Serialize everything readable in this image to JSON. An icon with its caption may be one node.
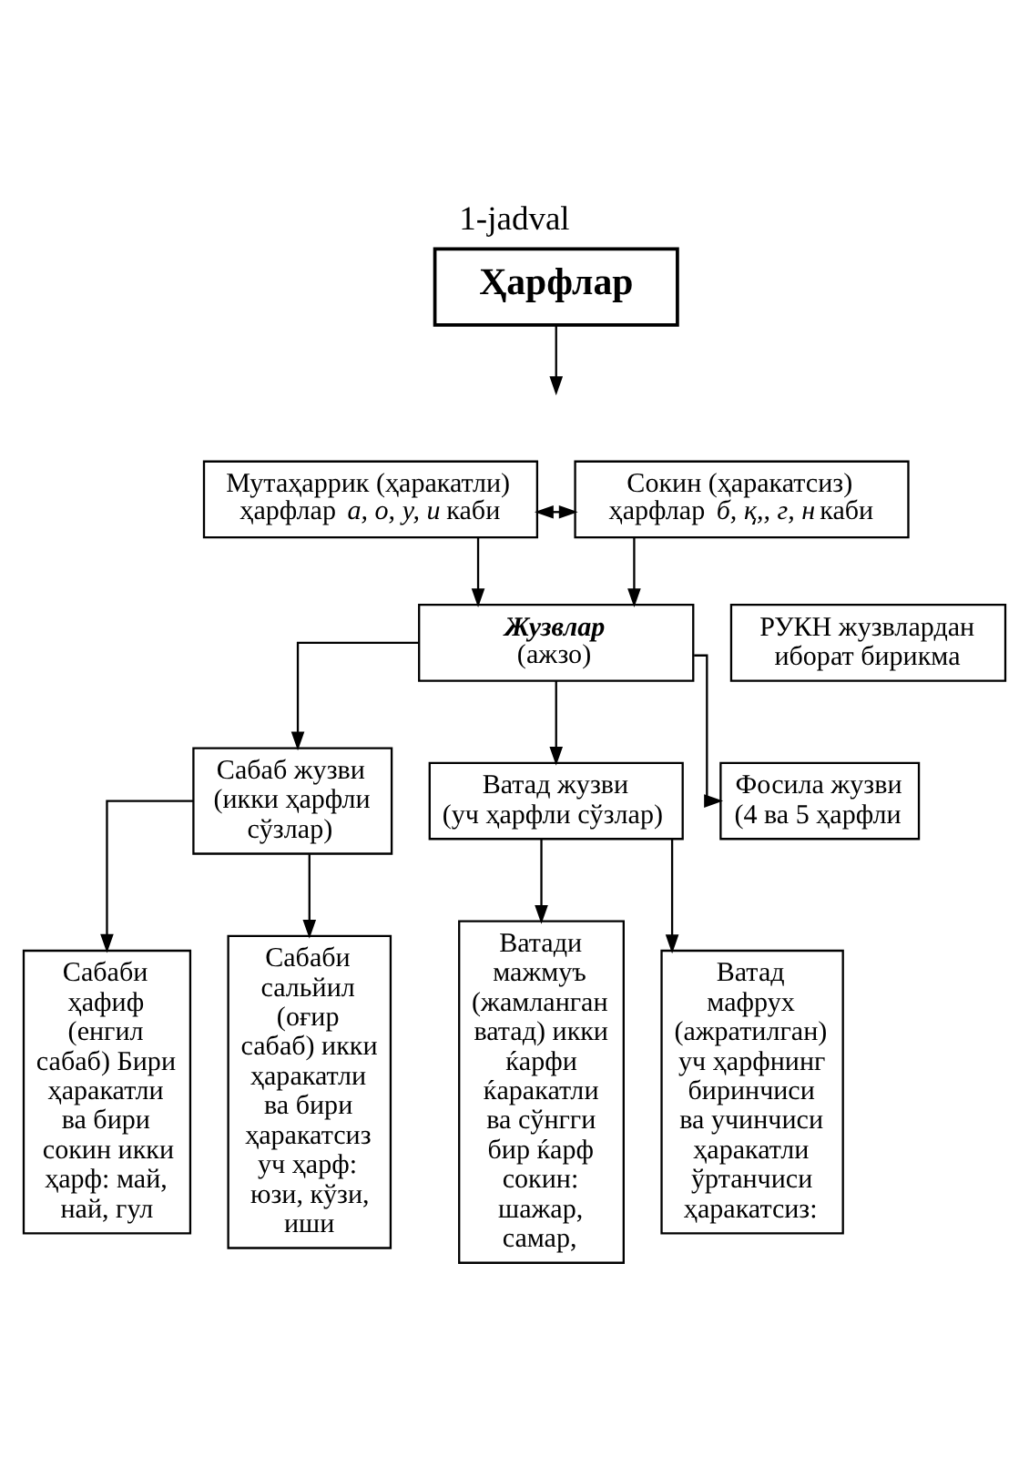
{
  "diagram": {
    "title": "1-jadval",
    "nodes": [
      {
        "text": [
          "Ҳарфлар"
        ]
      },
      {
        "text": [
          "Мутаҳаррик (ҳаракатли) ҳарфлар *а, о, у, и* каби"
        ]
      },
      {
        "text": [
          "Сокин (ҳаракатсиз) ҳарфлар *б, қ,, г, н* каби"
        ]
      },
      {
        "text": [
          "Жузвлар",
          "(ажзо)"
        ]
      },
      {
        "text": [
          "РУКН жузвлардан иборат бирикма"
        ]
      },
      {
        "text": [
          "Сабаб жузви",
          "(икки ҳарфли сўзлар)"
        ]
      },
      {
        "text": [
          "Ватад жузви",
          "(уч ҳарфли сўзлар)"
        ]
      },
      {
        "text": [
          "Фосила жузви",
          "(4 ва 5 ҳарфли"
        ]
      },
      {
        "text": [
          "Сабаби ҳафиф (енгил сабаб) Бири ҳаракатли ва бири сокин икки ҳарф: май, най, гул"
        ]
      },
      {
        "text": [
          "Сабаби сальйил (оғир сабаб) икки ҳаракатли ва бири ҳаракатсиз уч ҳарф: юзи, кўзи, иши"
        ]
      },
      {
        "text": [
          "Ватади мажмуъ (жамланган ватад) икки ќарфи ќаракатли ва сўнгги бир ќарф сокин: шажар, самар,"
        ]
      },
      {
        "text": [
          "Ватад мафрух (ажратилган) уч ҳарфнинг биринчиси ва учинчиси ҳаракатли ўртанчиси ҳаракатсиз:"
        ]
      }
    ],
    "edges": [
      {
        "from": 0,
        "to": null,
        "arrow": "to"
      },
      {
        "from": 1,
        "to": 2,
        "arrow": "both"
      },
      {
        "from": 1,
        "to": 3,
        "arrow": "to"
      },
      {
        "from": 2,
        "to": 3,
        "arrow": "to"
      },
      {
        "from": 3,
        "to": 5,
        "arrow": "to"
      },
      {
        "from": 3,
        "to": 6,
        "arrow": "to"
      },
      {
        "from": 3,
        "to": 7,
        "arrow": "to"
      },
      {
        "from": 5,
        "to": 8,
        "arrow": "to"
      },
      {
        "from": 5,
        "to": 9,
        "arrow": "to"
      },
      {
        "from": 6,
        "to": 10,
        "arrow": "to"
      },
      {
        "from": 6,
        "to": 11,
        "arrow": "to"
      }
    ]
  }
}
